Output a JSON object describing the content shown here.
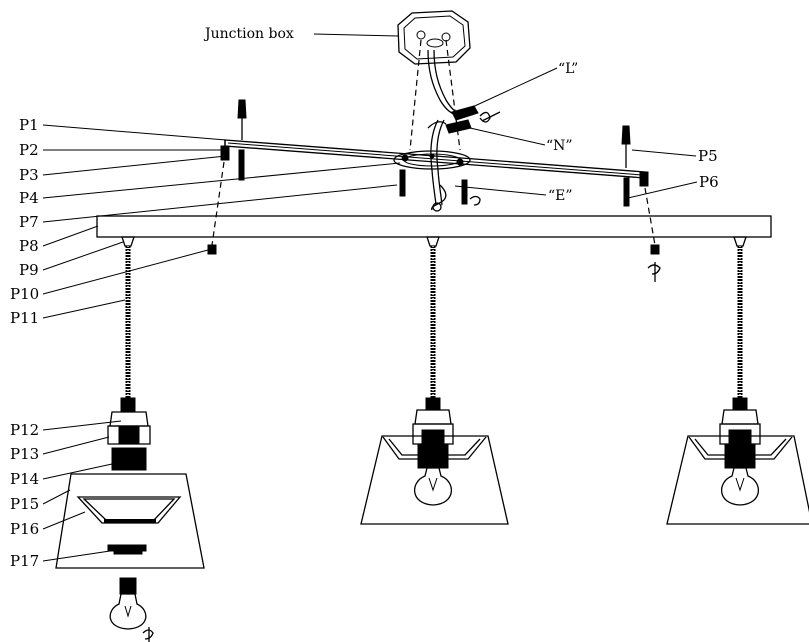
{
  "labels": {
    "junction_box": "Junction box",
    "live": "“L”",
    "neutral": "“N”",
    "earth": "“E”"
  },
  "parts": [
    "P1",
    "P2",
    "P3",
    "P4",
    "P5",
    "P6",
    "P7",
    "P8",
    "P9",
    "P10",
    "P11",
    "P12",
    "P13",
    "P14",
    "P15",
    "P16",
    "P17"
  ]
}
